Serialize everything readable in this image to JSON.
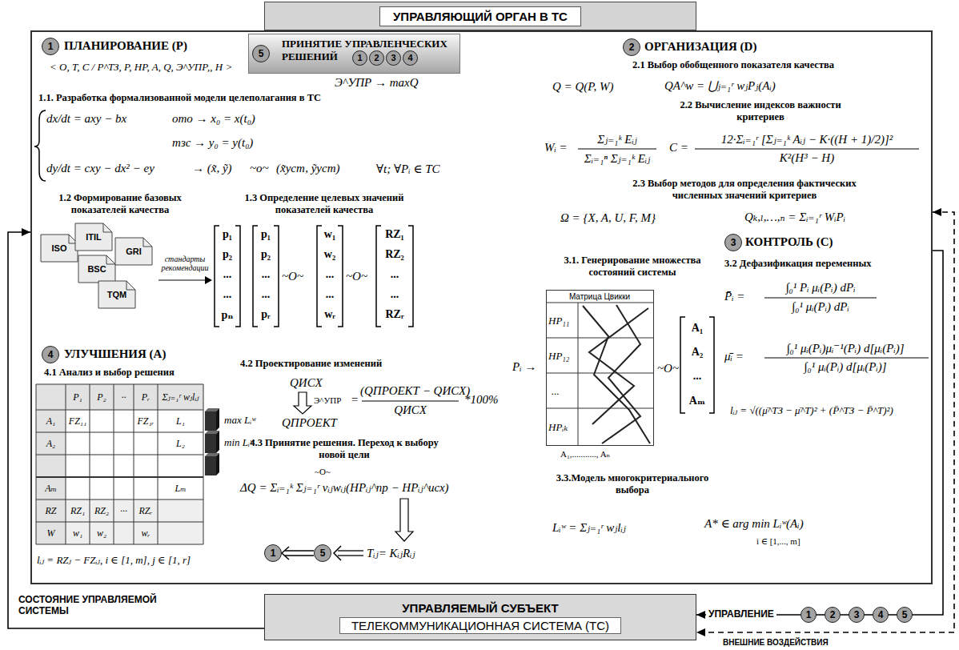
{
  "diagram": {
    "nodes": [
      {
        "text": [
          "УПРАВЛЯЮЩИЙ ОРГАН В ТС"
        ]
      },
      {
        "text": [
          "1"
        ],
        "in": 0
      },
      {
        "text": [
          "ПРИНЯТИЕ УПРАВЛЕНЧЕСКИХ РЕШЕНИЙ"
        ],
        "in": 0
      },
      {
        "text": [
          "5"
        ],
        "in": 2
      },
      {
        "text": [
          "1"
        ],
        "in": 2
      },
      {
        "text": [
          "2"
        ],
        "in": 2
      },
      {
        "text": [
          "3"
        ],
        "in": 2
      },
      {
        "text": [
          "4"
        ],
        "in": 2
      },
      {
        "text": [
          "ISO"
        ],
        "in": 0
      },
      {
        "text": [
          "ITIL"
        ],
        "in": 0
      },
      {
        "text": [
          "BSC"
        ],
        "in": 0
      },
      {
        "text": [
          "GRI"
        ],
        "in": 0
      },
      {
        "text": [
          "TQM"
        ],
        "in": 0
      },
      {
        "text": [
          "2"
        ],
        "in": 0
      },
      {
        "text": [
          "3"
        ],
        "in": 0
      },
      {
        "text": [
          "Матрица Цвикки",
          "HP₁₁",
          "HP₁₂",
          "...",
          "HPᵢₖ"
        ],
        "in": 0
      },
      {
        "text": [
          "4"
        ],
        "in": 0
      },
      {
        "text": [
          "1"
        ],
        "in": 0
      },
      {
        "text": [
          "5"
        ],
        "in": 0
      },
      {
        "text": [
          "УПРАВЛЯЕМЫЙ СУБЪЕКТ",
          "ТЕЛЕКОММУНИКАЦИОННАЯ СИСТЕМА (ТС)"
        ]
      },
      {
        "text": [
          "1"
        ]
      },
      {
        "text": [
          "2"
        ]
      },
      {
        "text": [
          "3"
        ]
      },
      {
        "text": [
          "4"
        ]
      },
      {
        "text": [
          "5"
        ]
      }
    ],
    "edges": [
      {
        "from": 19,
        "to": 0,
        "arrow": "to",
        "label": "СОСТОЯНИЕ УПРАВЛЯЕМОЙ СИСТЕМЫ"
      },
      {
        "from": 0,
        "to": 19,
        "arrow": "to",
        "label": "УПРАВЛЕНИЕ"
      },
      {
        "from": 0,
        "to": 19,
        "arrow": "both",
        "label": "ВНЕШНИЕ ВОЗДЕЙСТВИЯ"
      },
      {
        "from": 18,
        "to": 17,
        "arrow": "to"
      }
    ],
    "labels": [
      "ПЛАНИРОВАНИЕ (P)",
      "< O, T, C / P^ТЗ, P, HP, A, Q, Э^УПР,, H >",
      "Э^УПР → maxQ",
      "1.1. Разработка формализованной модели целеполагания в ТС",
      "dx/dt = axy − bx",
      "ото → x₀ = x(t₀)",
      "тзс → y₀ = y(t₀)",
      "dy/dt = cxy − dx² − ey",
      "→ (x̃, ỹ)",
      "~o~",
      "(x̃уст, ỹуст)",
      "∀t; ∀Pᵢ ∈ ТС",
      "1.2 Формирование базовых показателей качества",
      "стандарты рекомендации",
      "1.3 Определение целевых значений показателей качества",
      "p₁",
      "p₂",
      "...",
      "...",
      "pₙ",
      "p₁",
      "p₂",
      "...",
      "...",
      "pᵣ",
      "~O~",
      "w₁",
      "w₂",
      "...",
      "...",
      "wᵣ",
      "~O~",
      "RZ₁",
      "RZ₂",
      "...",
      "...",
      "RZᵣ",
      "УЛУЧШЕНИЯ (A)",
      "4.1 Анализ и выбор решения",
      "P₁",
      "P₂",
      "··",
      "Pᵣ",
      "Σⱼ₌₁ʳ wⱼlᵢⱼ",
      "A₁",
      "FZ₁₁",
      "FZ₁ᵣ",
      "L₁",
      "A₂",
      "L₂",
      "Aₘ",
      "Lₘ",
      "RZ",
      "RZ₁",
      "RZ₂",
      "···",
      "RZᵣ",
      "W",
      "w₁",
      "w₂",
      "wᵣ",
      "max Lᵢʷ",
      "min Lᵢʷ",
      "lᵢⱼ = RZⱼ − FZᵢⱼ, i ∈ [1, m], j ∈ [1, r]",
      "4.2 Проектирование изменений",
      "QИСХ",
      "Э^УПР",
      "QПРОЕКТ",
      "=",
      "(QПРОЕКТ − QИСХ)",
      "QИСХ",
      "*100%",
      "4.3 Принятие решения. Переход к выбору новой цели",
      "~O~",
      "ΔQ = Σᵢ₌₁ᵏ Σⱼ₌₁ʳ νᵢⱼwᵢⱼ(HPᵢⱼ^пр − HPᵢⱼ^исх)",
      "Tᵢⱼ= KᵢⱼRᵢⱼ",
      "ОРГАНИЗАЦИЯ (D)",
      "2.1 Выбор обобщенного показателя качества",
      "Q = Q(P, W)",
      "QA^w = ⋃ⱼ₌₁ʳ wⱼPⱼ(Aᵢ)",
      "2.2 Вычисление индексов важности критериев",
      "Wᵢ =",
      "Σⱼ₌₁ᵏ Eᵢⱼ",
      "Σᵢ₌₁ⁿ Σⱼ₌₁ᵏ Eᵢⱼ",
      "C =",
      "12·Σᵢ₌₁ʳ [Σⱼ₌₁ᵏ Aᵢⱼ − K·((H + 1)/2)]²",
      "K²(H³ − H)",
      "2.3 Выбор методов для определения фактических численных значений критериев",
      "Ω = {X, A, U, F, M}",
      "Qₖ,ₗ,…,ₙ = Σᵢ₌₁ʳ WᵢPᵢ",
      "КОНТРОЛЬ (C)",
      "3.1. Генерирование множества состояний системы",
      "3.2 Дефазификация переменных",
      "Pᵢ →",
      "A₁,..........., Aₙ",
      "~O~",
      "A₁",
      "A₂",
      "...",
      "Aₘ",
      "P̄ᵢ =",
      "∫₀¹ Pᵢ μᵢ(Pᵢ) dPᵢ",
      "∫₀¹ μᵢ(Pᵢ) dPᵢ",
      "μ̄ᵢ =",
      "∫₀¹ μᵢ(Pᵢ)μᵢ⁻¹(Pᵢ) d[μᵢ(Pᵢ)]",
      "∫₀¹ μᵢ(Pᵢ) d[μᵢ(Pᵢ)]",
      "lᵢⱼ = √((μ̄^ТЗ − μ̄^Т)² + (P̄^ТЗ − P̄^Т)²)",
      "3.3.Модель многокритериального выбора",
      "Lᵢʷ = Σⱼ₌₁ʳ wⱼlᵢⱼ",
      "A* ∈ arg min Lᵢʷ(Aᵢ)",
      "i ∈ [1,..., m]"
    ]
  }
}
